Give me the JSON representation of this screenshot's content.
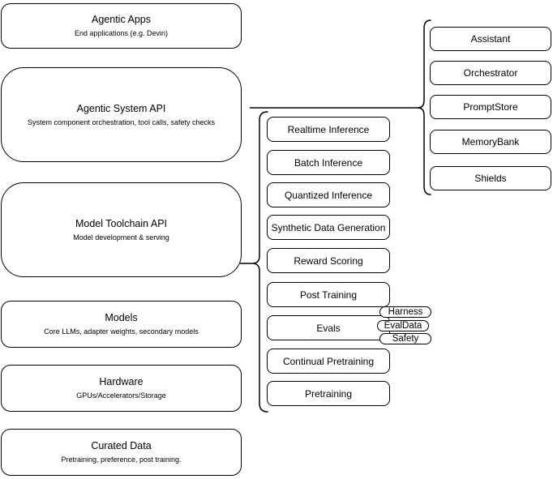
{
  "diagram": {
    "colors": {
      "stroke": "#000000",
      "fill": "#ffffff"
    },
    "stack": [
      {
        "title": "Agentic Apps",
        "subtitle": "End applications (e.g. Devin)"
      },
      {
        "title": "Agentic System API",
        "subtitle": "System component orchestration, tool calls, safety checks"
      },
      {
        "title": "Model Toolchain API",
        "subtitle": "Model development & serving"
      },
      {
        "title": "Models",
        "subtitle": "Core LLMs, adapter weights, secondary models"
      },
      {
        "title": "Hardware",
        "subtitle": "GPUs/Accelerators/Storage"
      },
      {
        "title": "Curated Data",
        "subtitle": "Pretraining, preference, post training."
      }
    ],
    "toolchain_items": [
      "Realtime Inference",
      "Batch Inference",
      "Quantized Inference",
      "Synthetic Data Generation",
      "Reward Scoring",
      "Post Training",
      "Evals",
      "Continual Pretraining",
      "Pretraining"
    ],
    "evals_tags": [
      "Harness",
      "EvalData",
      "Safety"
    ],
    "system_components": [
      "Assistant",
      "Orchestrator",
      "PromptStore",
      "MemoryBank",
      "Shields"
    ]
  }
}
